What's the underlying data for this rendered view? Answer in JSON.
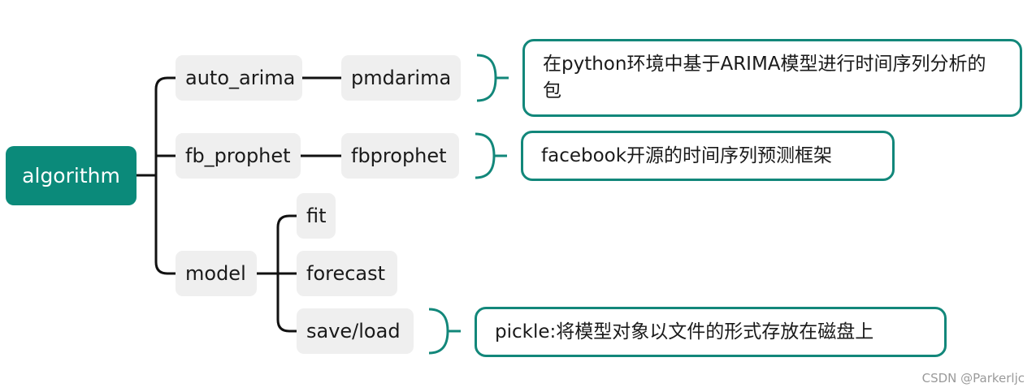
{
  "mindmap": {
    "root": "algorithm",
    "branches": [
      {
        "label": "auto_arima",
        "child": "pmdarima",
        "note": "在python环境中基于ARIMA模型进行时间序列分析的包"
      },
      {
        "label": "fb_prophet",
        "child": "fbprophet",
        "note": "facebook开源的时间序列预测框架"
      },
      {
        "label": "model",
        "children": [
          "fit",
          "forecast",
          "save/load"
        ],
        "note": "pickle:将模型对象以文件的形式存放在磁盘上"
      }
    ]
  },
  "watermark": "CSDN @Parkerljc",
  "colors": {
    "accent": "#0b8a7a",
    "node_bg": "#efefef",
    "line": "#111111"
  }
}
